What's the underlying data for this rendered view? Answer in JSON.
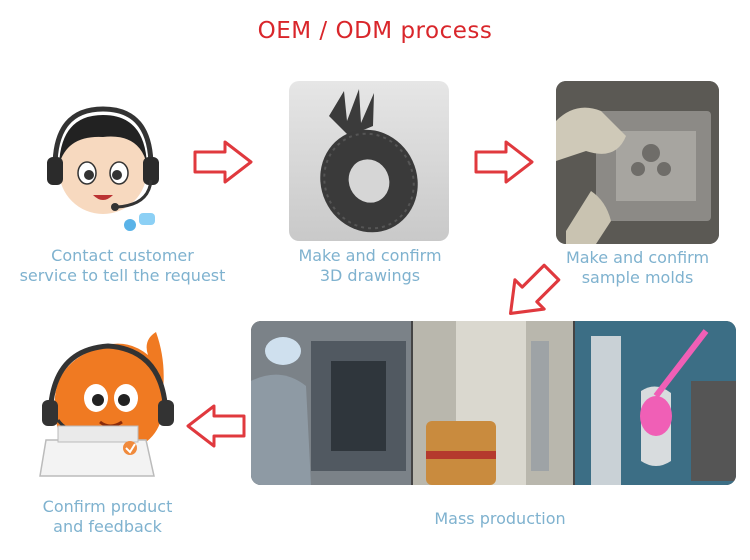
{
  "title": "OEM / ODM process",
  "steps": [
    {
      "caption_line1": "Contact customer",
      "caption_line2": "service to tell the request",
      "icon": "customer-service-headset"
    },
    {
      "caption_line1": "Make and confirm",
      "caption_line2": "3D drawings",
      "icon": "3d-pineapple-teether-model"
    },
    {
      "caption_line1": "Make and confirm",
      "caption_line2": "sample molds",
      "icon": "steel-mold-with-gloves"
    },
    {
      "caption": "Mass production",
      "icon": "injection-machine-photos"
    },
    {
      "caption_line1": "Confirm product",
      "caption_line2": "and feedback",
      "icon": "mascot-with-laptop"
    }
  ],
  "colors": {
    "title": "#d9262b",
    "caption": "#7fb2cf",
    "arrow": "#e0393e"
  }
}
